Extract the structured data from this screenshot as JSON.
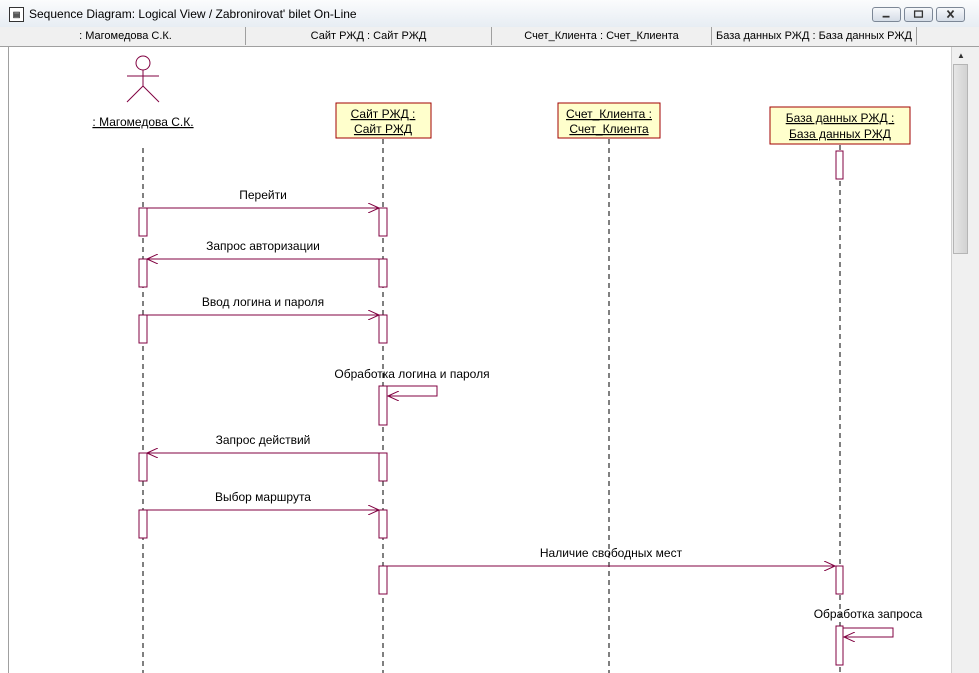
{
  "window": {
    "title": "Sequence Diagram: Logical View / Zabronirovat' bilet On-Line",
    "icon": "diagram-icon"
  },
  "headers": [
    ": Магомедова С.К.",
    "Сайт РЖД : Сайт РЖД",
    "Счет_Клиента : Счет_Клиента",
    "База данных РЖД : База данных РЖД"
  ],
  "diagram": {
    "actor": {
      "label": ": Магомедова С.К."
    },
    "objects": [
      {
        "line1": "Сайт РЖД :",
        "line2": "Сайт РЖД"
      },
      {
        "line1": "Счет_Клиента :",
        "line2": "Счет_Клиента"
      },
      {
        "line1": "База данных РЖД :",
        "line2": "База данных РЖД"
      }
    ],
    "messages": [
      "Перейти",
      "Запрос авторизации",
      "Ввод логина и пароля",
      "Обработка логина и пароля",
      "Запрос действий",
      "Выбор маршрута",
      "Наличие свободных мест",
      "Обработка запроса"
    ]
  },
  "colors": {
    "line": "#800040",
    "box_fill": "#ffffcc",
    "box_border": "#a00000"
  }
}
